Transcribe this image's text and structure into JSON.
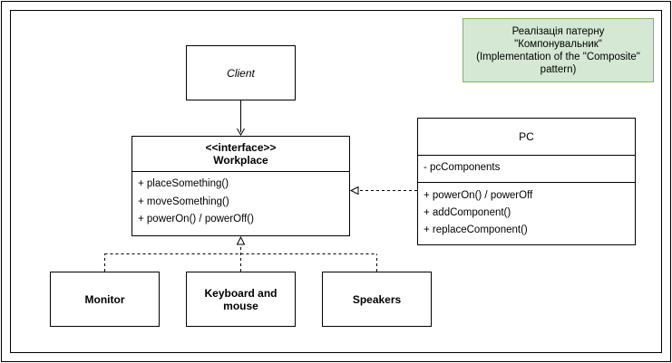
{
  "client": {
    "label": "Client"
  },
  "note": {
    "lines": [
      "Реалізація патерну",
      "\"Компонувальник\"",
      "(Implementation of the \"Composite\"",
      "pattern)"
    ]
  },
  "workplace": {
    "stereotype": "<<interface>>",
    "name": "Workplace",
    "operations": [
      "+ placeSomething()",
      "+ moveSomething()",
      "+ powerOn() / powerOff()"
    ]
  },
  "pc": {
    "name": "PC",
    "attributes": [
      "- pcComponents"
    ],
    "operations": [
      "+ powerOn() / powerOff",
      "+ addComponent()",
      "+ replaceComponent()"
    ]
  },
  "leaves": {
    "monitor": "Monitor",
    "keyboard": "Keyboard and mouse",
    "speakers": "Speakers"
  },
  "colors": {
    "note_fill": "#d5e8d4",
    "note_border": "#82b366",
    "stroke": "#000000"
  }
}
